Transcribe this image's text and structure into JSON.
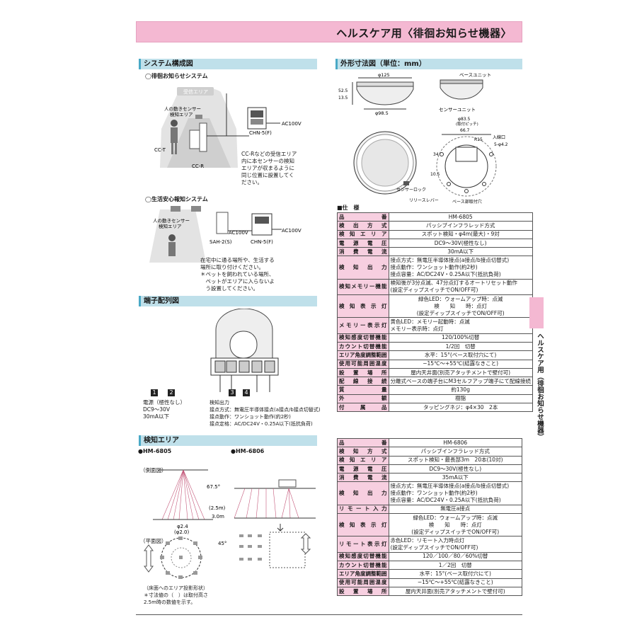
{
  "header": {
    "title": "ヘルスケア用〈徘徊お知らせ機器〉"
  },
  "side_tab": {
    "label": "ヘルスケア用（徘徊お知らせ機器）"
  },
  "system": {
    "heading": "システム構成図",
    "wander_title": "◯徘徊お知らせシステム",
    "reception_area": "受信エリア",
    "sensor_area": "人の動きセンサー\n検知エリア",
    "cct": "CC-T",
    "ccr": "CC-R",
    "chn5f": "CHN-5(F)",
    "ac100v": "AC100V",
    "note_ccr": "CC-Rなどの受信エリア\n内に本センサーの検知\nエリアが収まるように\n同じ位置に設置してく\nださい。",
    "life_title": "◯生活安心報知システム",
    "sah2s": "SAH-2(S)",
    "note_pet": "在宅中に通る場所や、生活する\n場所に取り付けください。\n＊ペットを飼われている場所、\n　ペットがエリアに入らないよ\n　う設置してください。"
  },
  "terminal": {
    "heading": "端子配列図",
    "n1": "1",
    "n2": "2",
    "n3": "3",
    "n4": "4",
    "power": "電源（極性なし）\nDC9〜30V\n30mA以下",
    "output": "検知出力\n接点方式：無電圧半導体接点(a接点/b接点切替式)\n接点動作：ワンショット動作(約2秒)\n接点定格：AC/DC24V・0.25A以下(抵抗負荷)"
  },
  "detect": {
    "heading": "検知エリア",
    "m6805": "●HM-6805",
    "m6806": "●HM-6806",
    "side_view": "（側面図）",
    "plan_view": "（平面図）",
    "angle_675": "67.5°",
    "h25": "(2.5m)",
    "h30": "3.0m",
    "d24": "φ2.4",
    "d20": "(φ2.0)",
    "angle_45": "45°",
    "floor_note": "（床面へのエリア投影形状）\n＊寸法値の（　）は取付高さ\n2.5m時の数値を示す。"
  },
  "dims": {
    "heading": "外形寸法図（単位：mm）",
    "d125": "φ125",
    "d985": "φ98.5",
    "h525": "52.5",
    "h135": "13.5",
    "base_unit": "ベースユニット",
    "sensor_unit": "センサーユニット",
    "d835": "φ83.5",
    "pitch": "(取付ピッチ)",
    "v667": "66.7",
    "r15": "R15",
    "inlet": "入線口",
    "hole": "5-φ4.2",
    "v34": "34",
    "v105": "10.5",
    "sensor_lock": "センサーロック",
    "release_lever": "リリースレバー",
    "base_holes": "ベース部取付穴"
  },
  "spec": {
    "heading": "■仕　様",
    "t1": [
      [
        "品番",
        "HM-6805"
      ],
      [
        "検出方式",
        "パッシブインフラレッド方式"
      ],
      [
        "検知エリア",
        "スポット検知・φ4m(最大)・9対"
      ],
      [
        "電源電圧",
        "DC9〜30V(極性なし)"
      ],
      [
        "消費電流",
        "30mA以下"
      ],
      [
        "検知出力",
        "接点方式：無電圧半導体接点(a接点/b接点切替式)\n接点動作：ワンショット動作(約2秒)\n接点容量：AC/DC24V・0.25A以下(抵抗負荷)"
      ],
      [
        "検知メモリー機能",
        "検知後が3分点滅、47分点灯するオートリセット動作\n(設定ディップスイッチでON/OFF可)"
      ],
      [
        "検知表示灯",
        "緑色LED：ウォームアップ時：点滅\n検　　知　　時：点灯\n(設定ディップスイッチでON/OFF可)"
      ],
      [
        "メモリー表示灯",
        "黄色LED：メモリー起動時：点滅\nメモリー表示時：点灯"
      ],
      [
        "検知感度切替機能",
        "120/100%切替"
      ],
      [
        "カウント切替機能",
        "1/2回　切替"
      ],
      [
        "エリア角度調整範囲",
        "水平：15°(ベース取付穴にて)"
      ],
      [
        "使用可能周囲温度",
        "−15℃〜+55℃(結露なきこと)"
      ],
      [
        "設置場所",
        "屋内天井面(別売アタッチメントで壁付可)"
      ],
      [
        "配線接続",
        "分離式ベースの端子台にM3セルフアップ端子にて配線接続"
      ],
      [
        "質量",
        "約130g"
      ],
      [
        "外観",
        "樹脂"
      ],
      [
        "付属品",
        "タッピングネジ：φ4×30　2本"
      ]
    ],
    "t2": [
      [
        "品番",
        "HM-6806"
      ],
      [
        "検知方式",
        "パッシブインフラレッド方式"
      ],
      [
        "検知エリア",
        "スポット検知・最長部3m　20本(10対)"
      ],
      [
        "電源電圧",
        "DC9〜30V(極性なし)"
      ],
      [
        "消費電流",
        "35mA以下"
      ],
      [
        "検知出力",
        "接点方式：無電圧半導体接点(a接点/b接点切替式)\n接点動作：ワンショット動作(約2秒)\n接点容量：AC/DC24V・0.25A以下(抵抗負荷)"
      ],
      [
        "リモート入力",
        "無電圧a接点"
      ],
      [
        "検知表示灯",
        "緑色LED：ウォームアップ時：点滅\n検　　知　　時：点灯\n(設定ディップスイッチでON/OFF可)"
      ],
      [
        "リモート表示灯",
        "赤色LED：リモート入力時点灯\n(設定ディップスイッチでON/OFF可)"
      ],
      [
        "検知感度切替機能",
        "120／100／80／60%切替"
      ],
      [
        "カウント切替機能",
        "1／2回　切替"
      ],
      [
        "エリア角度調整範囲",
        "水平：15°(ベース取付穴にて)"
      ],
      [
        "使用可能周囲温度",
        "−15℃〜+55℃(結露なきこと)"
      ],
      [
        "設置場所",
        "屋内天井面(別売アタッチメントで壁付可)"
      ]
    ]
  },
  "colors": {
    "pink": "#f4b8d2",
    "cyan": "#bfe0ea",
    "accent": "#4aa9c6"
  }
}
